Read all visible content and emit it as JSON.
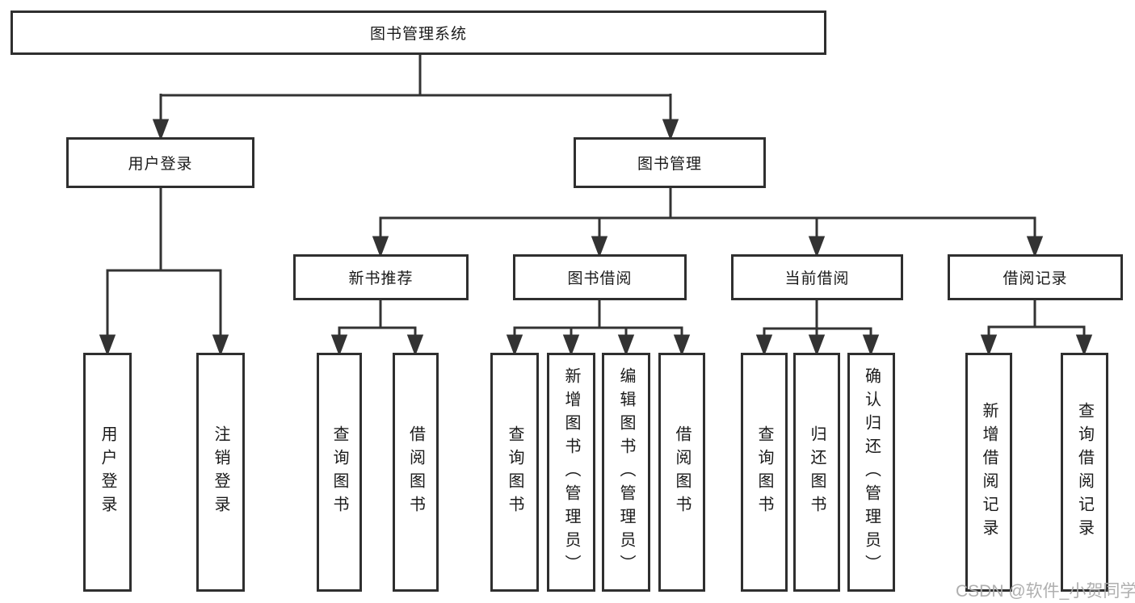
{
  "tree": {
    "root": {
      "label": "图书管理系统"
    },
    "branches": [
      {
        "label": "用户登录",
        "leaves": [
          "用户登录",
          "注销登录"
        ]
      },
      {
        "label": "图书管理",
        "groups": [
          {
            "label": "新书推荐",
            "leaves": [
              "查询图书",
              "借阅图书"
            ]
          },
          {
            "label": "图书借阅",
            "leaves": [
              "查询图书",
              "新增图书（管理员）",
              "编辑图书（管理员）",
              "借阅图书"
            ]
          },
          {
            "label": "当前借阅",
            "leaves": [
              "查询图书",
              "归还图书",
              "确认归还（管理员）"
            ]
          },
          {
            "label": "借阅记录",
            "leaves": [
              "新增借阅记录",
              "查询借阅记录"
            ]
          }
        ]
      }
    ]
  },
  "watermark": "CSDN @软件_小贺同学",
  "colors": {
    "line": "#333333",
    "box_border": "#2f2f2f",
    "text": "#1a1a1a",
    "background": "#ffffff",
    "watermark": "#ababab"
  }
}
